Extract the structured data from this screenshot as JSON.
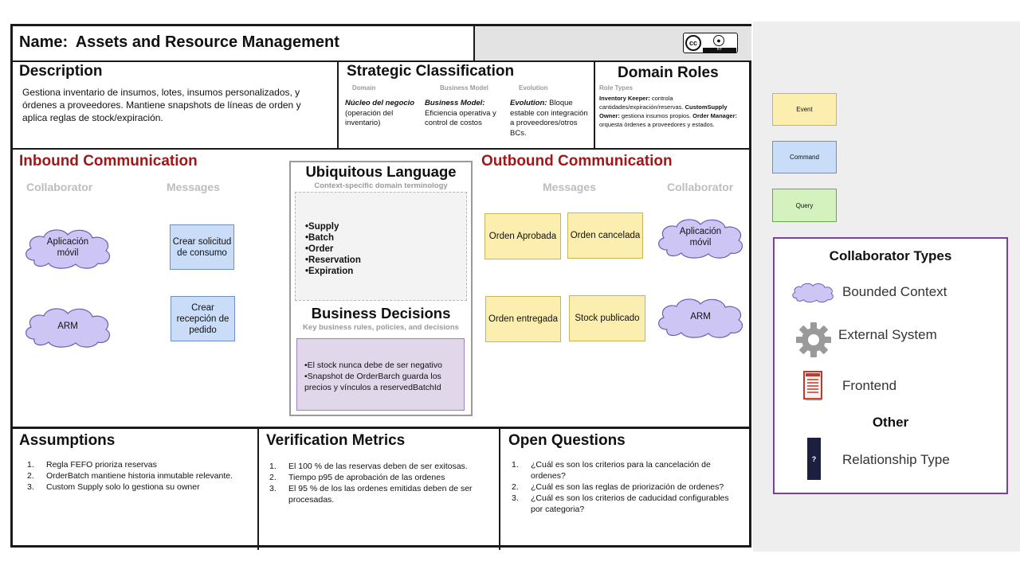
{
  "header": {
    "name_label": "Name:",
    "name_value": "Assets and Resource Management",
    "license_cc": "cc",
    "license_by": "BY"
  },
  "description": {
    "title": "Description",
    "text": "Gestiona inventario de insumos, lotes, insumos personalizados, y órdenes a proveedores. Mantiene snapshots de líneas de orden y aplica reglas de stock/expiración."
  },
  "strategic": {
    "title": "Strategic Classification",
    "columns": [
      {
        "head": "Domain",
        "strong": "Núcleo del negocio",
        "rest": " (operación del inventario)"
      },
      {
        "head": "Business Model",
        "strong": "Business Model:",
        "rest": " Eficiencia operativa y control de costos"
      },
      {
        "head": "Evolution",
        "strong": "Evolution:",
        "rest": " Bloque estable con integración a proveedores/otros BCs."
      }
    ]
  },
  "roles": {
    "title": "Domain Roles",
    "subhead": "Role Types",
    "r1_strong": "Inventory Keeper:",
    "r1_text": " controla cantidades/expiración/reservas.",
    "r2_strong": "CustomSupply Owner:",
    "r2_text": " gestiona insumos propios.",
    "r3_strong": "Order Manager:",
    "r3_text": " orquesta órdenes a proveedores y estados."
  },
  "inbound": {
    "title": "Inbound Communication",
    "collaborator_head": "Collaborator",
    "messages_head": "Messages",
    "collaborators": [
      "Aplicación móvil",
      "ARM"
    ],
    "messages": [
      "Crear solicitud de consumo",
      "Crear recepción de pedido"
    ]
  },
  "ubiquitous": {
    "title": "Ubiquitous Language",
    "subtitle": "Context-specific domain terminology",
    "terms": [
      "•Supply",
      "•Batch",
      "•Order",
      "•Reservation",
      "•Expiration"
    ]
  },
  "decisions": {
    "title": "Business Decisions",
    "subtitle": "Key business rules, policies, and decisions",
    "items": [
      "•El stock nunca debe de ser negativo",
      "•Snapshot de OrderBarch guarda los precios y vínculos a reservedBatchId"
    ]
  },
  "outbound": {
    "title": "Outbound Communication",
    "messages_head": "Messages",
    "collaborator_head": "Collaborator",
    "messages": [
      "Orden Aprobada",
      "Orden cancelada",
      "Orden entregada",
      "Stock publicado"
    ],
    "collaborators": [
      "Aplicación móvil",
      "ARM"
    ]
  },
  "assumptions": {
    "title": "Assumptions",
    "items": [
      "Regla FEFO prioriza reservas",
      "OrderBatch mantiene historia inmutable relevante.",
      "Custom Supply solo lo gestiona su owner"
    ]
  },
  "metrics": {
    "title": "Verification Metrics",
    "items": [
      "El 100 % de las reservas deben de ser exitosas.",
      "Tiempo p95 de aprobación de las ordenes",
      "El 95 % de los las ordenes emitidas deben de ser procesadas."
    ]
  },
  "questions": {
    "title": "Open Questions",
    "items": [
      "¿Cuál es son los criterios para la cancelación de ordenes?",
      "¿Cuál es son las reglas de priorización de ordenes?",
      "¿Cuál es son los criterios de caducidad configurables por categoria?"
    ]
  },
  "sticky_legend": {
    "event": "Event",
    "command": "Command",
    "query": "Query"
  },
  "collab_legend": {
    "title": "Collaborator Types",
    "bounded": "Bounded Context",
    "external": "External System",
    "frontend": "Frontend",
    "other": "Other",
    "relationship": "Relationship Type",
    "rel_icon_text": "?"
  },
  "colors": {
    "event": "#fbeeae",
    "command": "#c9dcf8",
    "query": "#d3f2bd",
    "cloud": "#cdc6f5",
    "red_title": "#a01818",
    "legend_border": "#7b3fa0"
  }
}
